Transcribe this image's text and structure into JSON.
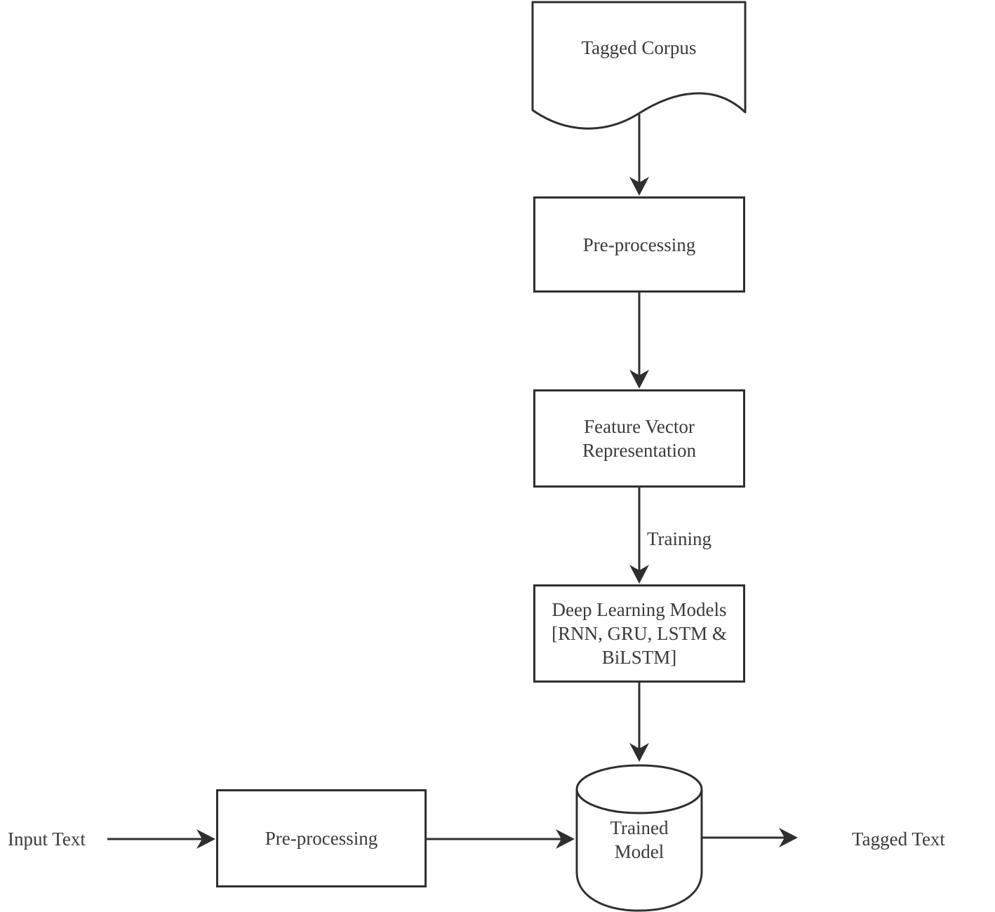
{
  "background": "#ffffff",
  "colors": {
    "line": "#2f2f2f",
    "text": "#3a3a3a",
    "shape_fill": "#ffffff"
  },
  "nodes": {
    "tagged_corpus": {
      "shape": "document",
      "label": "Tagged Corpus"
    },
    "preprocessing_training": {
      "shape": "rectangle",
      "label": "Pre-processing"
    },
    "feature_vector": {
      "shape": "rectangle",
      "label_lines": [
        "Feature Vector",
        "Representation"
      ]
    },
    "deep_learning_models": {
      "shape": "rectangle",
      "label_lines": [
        "Deep Learning Models",
        "[RNN, GRU, LSTM &",
        "BiLSTM]"
      ]
    },
    "trained_model": {
      "shape": "cylinder",
      "label_lines": [
        "Trained",
        "Model"
      ]
    },
    "input_text": {
      "shape": "plain-text",
      "label": "Input Text"
    },
    "preprocessing_inference": {
      "shape": "rectangle",
      "label": "Pre-processing"
    },
    "tagged_text": {
      "shape": "plain-text",
      "label": "Tagged Text"
    }
  },
  "edges": [
    {
      "from": "tagged_corpus",
      "to": "preprocessing_training",
      "label": ""
    },
    {
      "from": "preprocessing_training",
      "to": "feature_vector",
      "label": ""
    },
    {
      "from": "feature_vector",
      "to": "deep_learning_models",
      "label": "Training"
    },
    {
      "from": "deep_learning_models",
      "to": "trained_model",
      "label": ""
    },
    {
      "from": "input_text",
      "to": "preprocessing_inference",
      "label": ""
    },
    {
      "from": "preprocessing_inference",
      "to": "trained_model",
      "label": ""
    },
    {
      "from": "trained_model",
      "to": "tagged_text",
      "label": ""
    }
  ]
}
